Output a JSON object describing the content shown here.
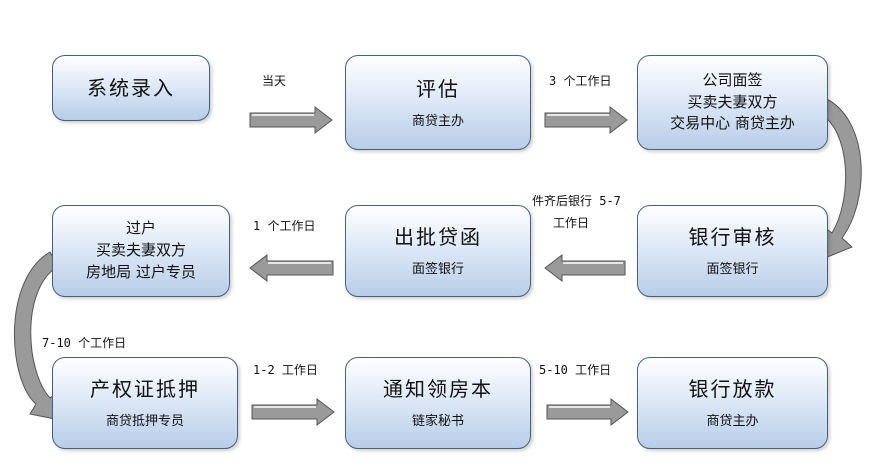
{
  "boxes": {
    "system_entry": {
      "title": "系统录入"
    },
    "appraisal": {
      "title": "评估",
      "sub": "商贷主办"
    },
    "company_sign": {
      "lines": [
        "公司面签",
        "买卖夫妻双方",
        "交易中心 商贷主办"
      ]
    },
    "bank_review": {
      "title": "银行审核",
      "sub": "面签银行"
    },
    "loan_letter": {
      "title": "出批贷函",
      "sub": "面签银行"
    },
    "transfer": {
      "lines": [
        "过户",
        "买卖夫妻双方",
        "房地局 过户专员"
      ]
    },
    "mortgage": {
      "title": "产权证抵押",
      "sub": "商贷抵押专员"
    },
    "notify": {
      "title": "通知领房本",
      "sub": "链家秘书"
    },
    "disbursement": {
      "title": "银行放款",
      "sub": "商贷主办"
    }
  },
  "labels": {
    "same_day": "当天",
    "three_days": "3 个工作日",
    "bank_after_docs_1": "件齐后银行 5-7",
    "bank_after_docs_2": "工作日",
    "one_day": "1 个工作日",
    "seven_ten_days": "7-10 个工作日",
    "one_two_days": "1-2 工作日",
    "five_ten_days": "5-10 工作日"
  },
  "colors": {
    "box_border": "#4a5f7a",
    "arrow_fill": "#9a9a9a",
    "arrow_stroke": "#555555"
  }
}
